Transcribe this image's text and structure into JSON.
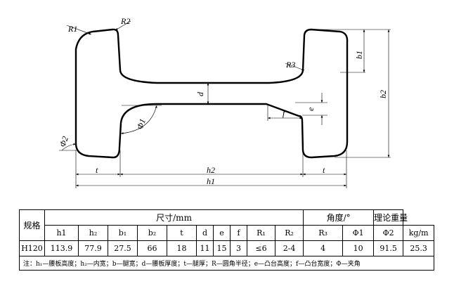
{
  "drawing": {
    "labels": {
      "r1": "R1",
      "r2": "R2",
      "r3": "R3",
      "phi1": "Φ1",
      "phi2": "Φ2",
      "d": "d",
      "e": "e",
      "f": "f",
      "b1": "b1",
      "b2": "b2",
      "t_left": "t",
      "t_right": "t",
      "h2": "h2",
      "h1": "h1"
    }
  },
  "table": {
    "spec_header": "规格",
    "size_header": "尺寸/mm",
    "angle_header": "角度/°",
    "weight_header": "理论重量",
    "weight_unit": "kg/m",
    "columns": [
      "h1",
      "h₂",
      "b₁",
      "b₂",
      "t",
      "d",
      "e",
      "f",
      "R₁",
      "R₂",
      "R₃",
      "Φ1",
      "Φ2"
    ],
    "row": {
      "spec": "H120",
      "values": [
        "113.9",
        "77.9",
        "27.5",
        "66",
        "18",
        "11",
        "15",
        "3",
        "≤6",
        "2-4",
        "4",
        "10",
        "91.5"
      ],
      "weight": "25.3"
    },
    "note": "注：h₁—腰板高度；h₂—内宽；b—腿宽；d—腰板厚度；t—腿厚；R—圆角半径；e—凸台高度；f—凸台宽度；Φ—夹角"
  }
}
